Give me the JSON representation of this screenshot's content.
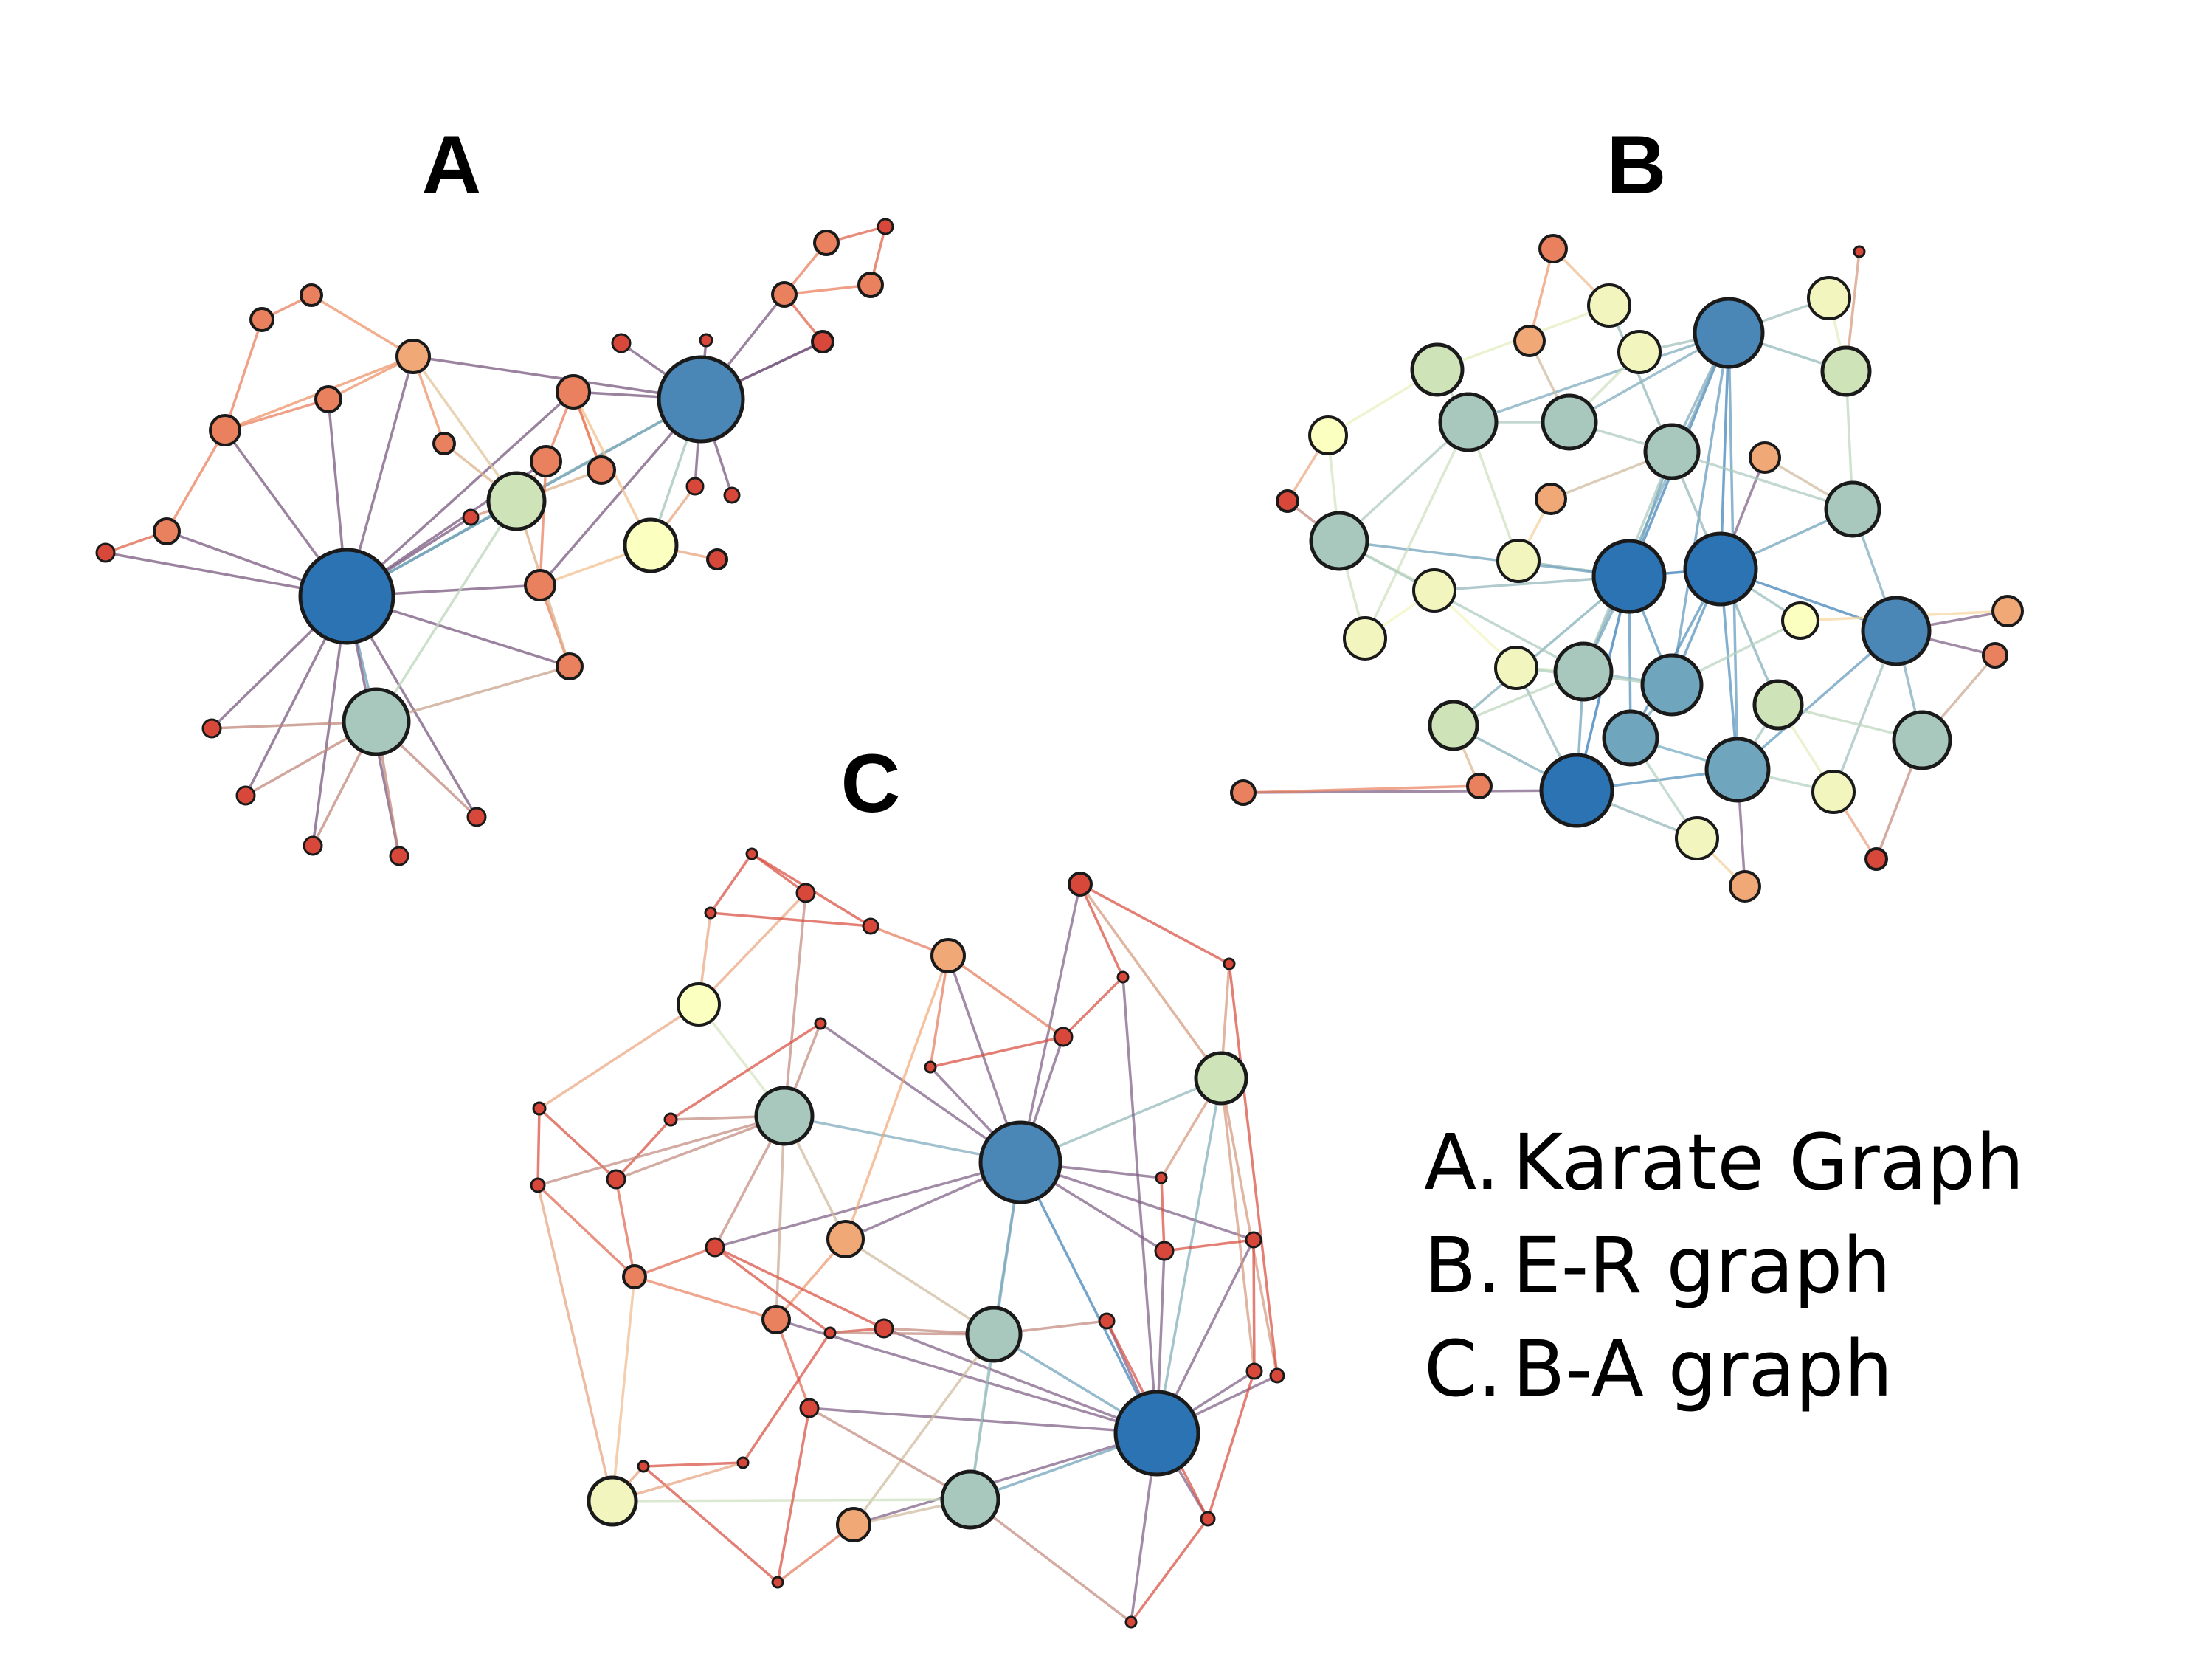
{
  "panels": [
    {
      "label": "A"
    },
    {
      "label": "B"
    },
    {
      "label": "C"
    }
  ],
  "legend": [
    {
      "letter": "A.",
      "text": "Karate Graph"
    },
    {
      "letter": "B.",
      "text": "E-R graph"
    },
    {
      "letter": "C.",
      "text": "B-A graph"
    }
  ],
  "palette": {
    "hub_blue": "#2b73b3",
    "steel_blue": "#4a86b6",
    "teal_blue": "#6fa6bd",
    "sage": "#a8c8bd",
    "pale_green": "#cfe3b8",
    "pale_yellow": "#f2f5bd",
    "light_yellow": "#fbffbf",
    "peach": "#f1a877",
    "salmon": "#e9805e",
    "red": "#d7483a"
  }
}
